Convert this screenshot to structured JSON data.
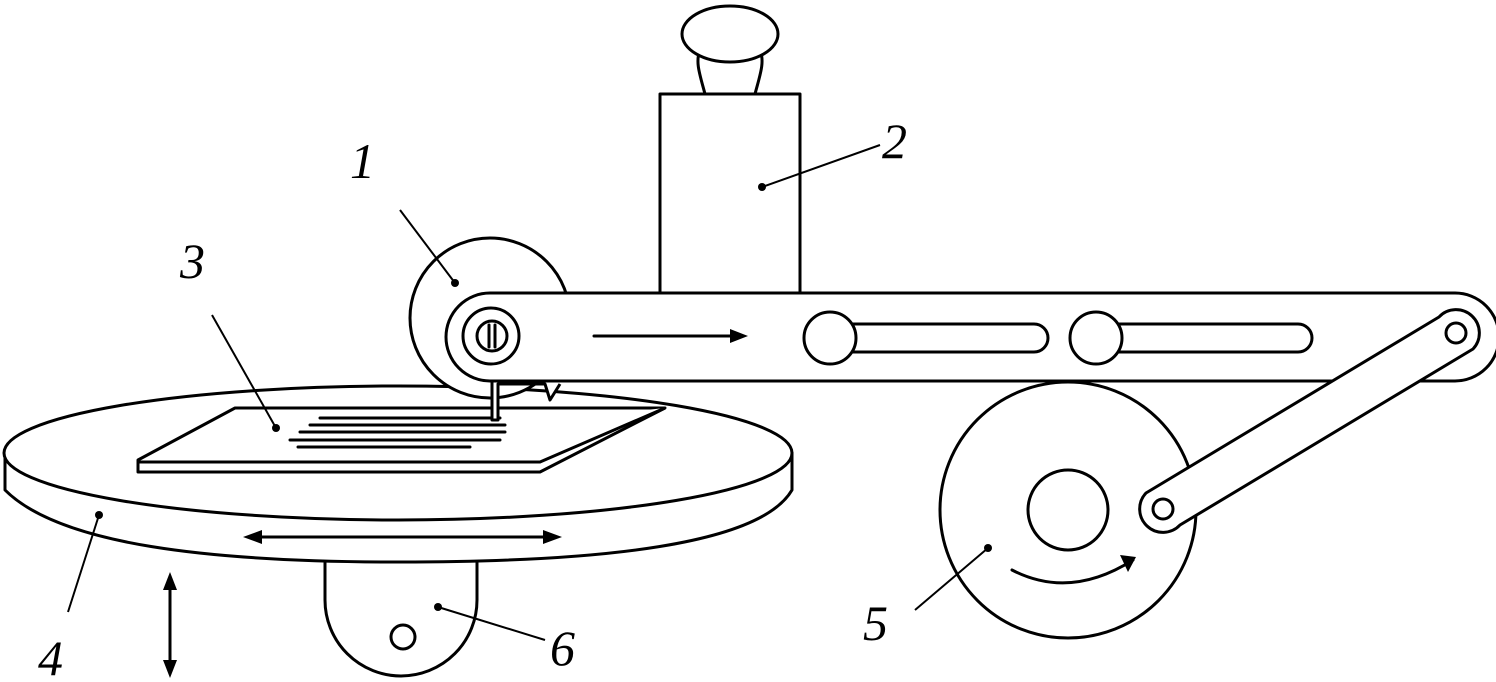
{
  "labels": {
    "cutter_wheel": "1",
    "weight": "2",
    "specimen": "3",
    "turntable": "4",
    "crank_disk": "5",
    "cam": "6"
  }
}
